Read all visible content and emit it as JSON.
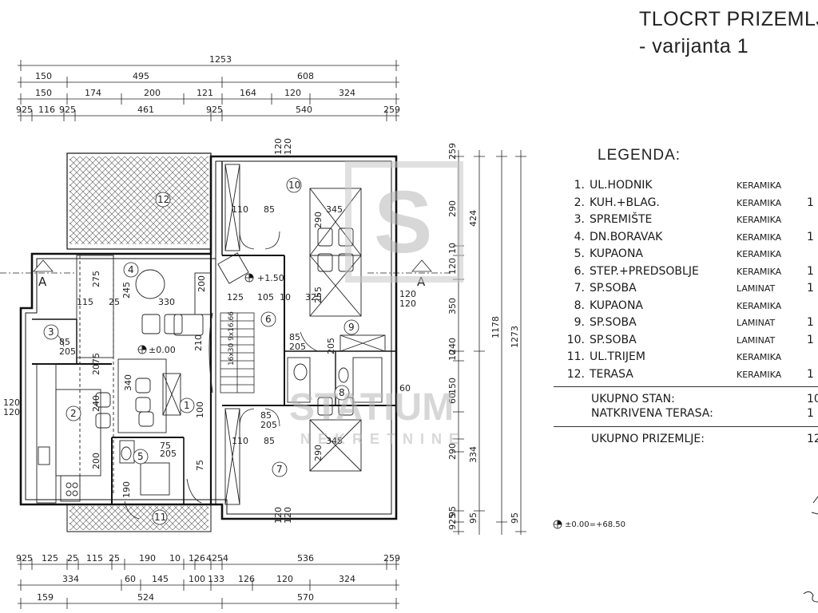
{
  "title": {
    "line1": "TLOCRT PRIZEMLJ",
    "line2": "- varijanta 1"
  },
  "legend": {
    "title": "LEGENDA:",
    "items": [
      {
        "num": "1.",
        "name": "UL.HODNIK",
        "floor": "KERAMIKA",
        "area": ""
      },
      {
        "num": "2.",
        "name": "KUH.+BLAG.",
        "floor": "KERAMIKA",
        "area": "1"
      },
      {
        "num": "3.",
        "name": "SPREMIŠTE",
        "floor": "KERAMIKA",
        "area": ""
      },
      {
        "num": "4.",
        "name": "DN.BORAVAK",
        "floor": "KERAMIKA",
        "area": "1"
      },
      {
        "num": "5.",
        "name": "KUPAONA",
        "floor": "KERAMIKA",
        "area": ""
      },
      {
        "num": "6.",
        "name": "STEP.+PREDSOBLJE",
        "floor": "KERAMIKA",
        "area": "1"
      },
      {
        "num": "7.",
        "name": "SP.SOBA",
        "floor": "LAMINAT",
        "area": "1"
      },
      {
        "num": "8.",
        "name": "KUPAONA",
        "floor": "KERAMIKA",
        "area": ""
      },
      {
        "num": "9.",
        "name": "SP.SOBA",
        "floor": "LAMINAT",
        "area": "1"
      },
      {
        "num": "10.",
        "name": "SP.SOBA",
        "floor": "LAMINAT",
        "area": "1"
      },
      {
        "num": "11.",
        "name": "UL.TRIJEM",
        "floor": "KERAMIKA",
        "area": ""
      },
      {
        "num": "12.",
        "name": "TERASA",
        "floor": "KERAMIKA",
        "area": "1"
      }
    ],
    "totals": [
      {
        "label": "UKUPNO STAN:",
        "value": "10"
      },
      {
        "label": "NATKRIVENA TERASA:",
        "value": "1"
      },
      {
        "label": "UKUPNO PRIZEMLJE:",
        "value": "12"
      }
    ]
  },
  "dims_top": {
    "row1": [
      "1253"
    ],
    "row2": [
      "150",
      "495",
      "608"
    ],
    "row3": [
      "150",
      "174",
      "200",
      "121",
      "164",
      "120",
      "324"
    ],
    "row4": [
      "925",
      "116",
      "925",
      "461",
      "925",
      "540",
      "259"
    ]
  },
  "dims_bottom": {
    "row1": [
      "925",
      "125",
      "25",
      "115",
      "25",
      "190",
      "10",
      "126",
      "4254",
      "536",
      "259"
    ],
    "row2": [
      "334",
      "60",
      "145",
      "100",
      "133",
      "126",
      "120",
      "324"
    ],
    "row3": [
      "159",
      "524",
      "570"
    ]
  },
  "dims_right": {
    "row1": [
      "259",
      "290",
      "10",
      "120",
      "350",
      "10",
      "240",
      "150",
      "60",
      "290",
      "95",
      "925",
      "95",
      "95"
    ],
    "row2": [
      "424",
      "334"
    ],
    "row3": [
      "1178"
    ],
    "row4": [
      "1273"
    ]
  },
  "room_labels": {
    "rooms": [
      "1",
      "2",
      "3",
      "4",
      "5",
      "6",
      "7",
      "8",
      "9",
      "10",
      "11",
      "12"
    ],
    "inner_dims": [
      "275",
      "245",
      "115",
      "25",
      "330",
      "200",
      "210",
      "125",
      "105",
      "10",
      "325",
      "255",
      "110",
      "85",
      "345",
      "290",
      "120",
      "120",
      "350",
      "2075",
      "240",
      "340",
      "200",
      "190",
      "75",
      "100",
      "100",
      "2",
      "85",
      "205",
      "75",
      "205",
      "75",
      "205",
      "85",
      "205",
      "120",
      "120",
      "150",
      "60",
      "290",
      "85",
      "110",
      "345"
    ],
    "levels": [
      "+1.50",
      "±0.00"
    ],
    "section": "A",
    "stair": "16x30\n9x16.66"
  },
  "elevation_note": "±0.00=+68.50",
  "watermark": {
    "mono": "S",
    "name": "STATIUM",
    "sub": "NEKRETNINE"
  }
}
